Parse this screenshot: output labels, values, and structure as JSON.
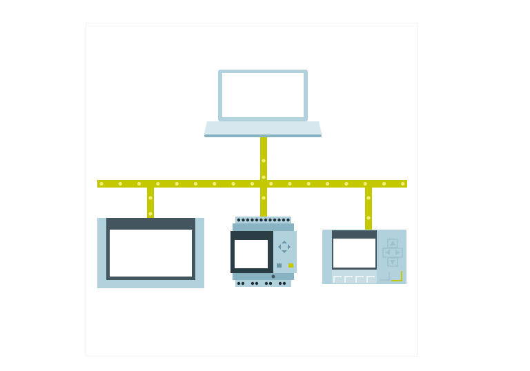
{
  "colors": {
    "bus": "#c3c800",
    "bus_dot": "#eef07a",
    "device_light": "#b1d1dc",
    "device_mid": "#87b3c3",
    "device_dark": "#43565f",
    "screen": "#ffffff",
    "accent": "#c3c800"
  },
  "nodes": [
    {
      "id": "laptop",
      "icon": "laptop-icon"
    },
    {
      "id": "hmi-panel",
      "icon": "touch-panel-icon"
    },
    {
      "id": "plc",
      "icon": "logic-module-icon"
    },
    {
      "id": "text-display",
      "icon": "text-display-icon"
    }
  ]
}
